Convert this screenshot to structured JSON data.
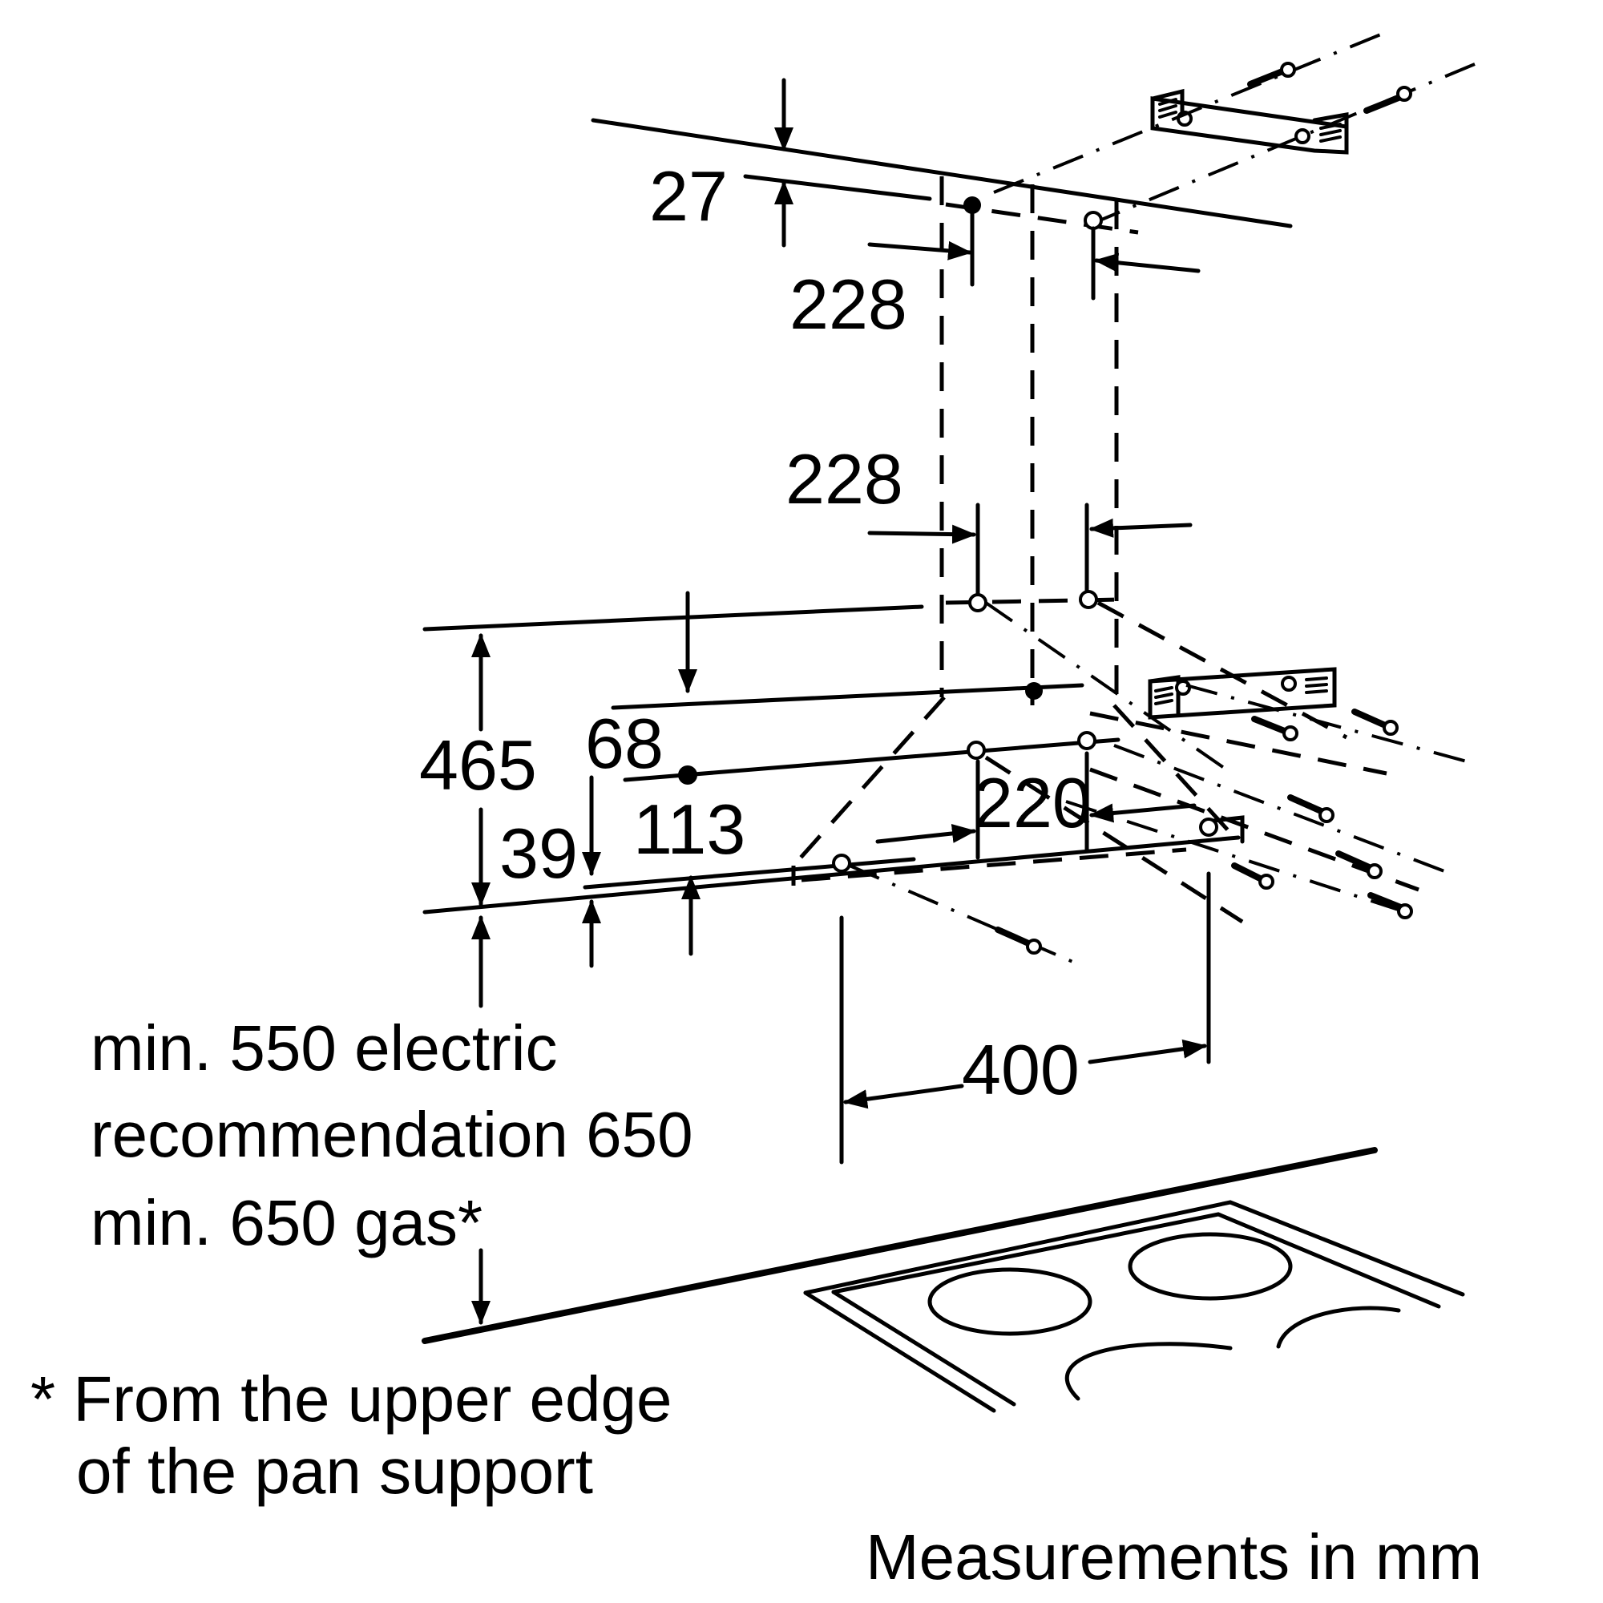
{
  "dimensions": {
    "d27": "27",
    "d228_top": "228",
    "d228_mid": "228",
    "d465": "465",
    "d68": "68",
    "d113": "113",
    "d39": "39",
    "d220": "220",
    "d400": "400"
  },
  "clearance": {
    "line1": "min. 550 electric",
    "line2": "recommendation 650",
    "line3": "min. 650 gas*"
  },
  "footnote": {
    "line1": "* From the upper edge",
    "line2": "of the pan support"
  },
  "units_note": "Measurements in mm"
}
